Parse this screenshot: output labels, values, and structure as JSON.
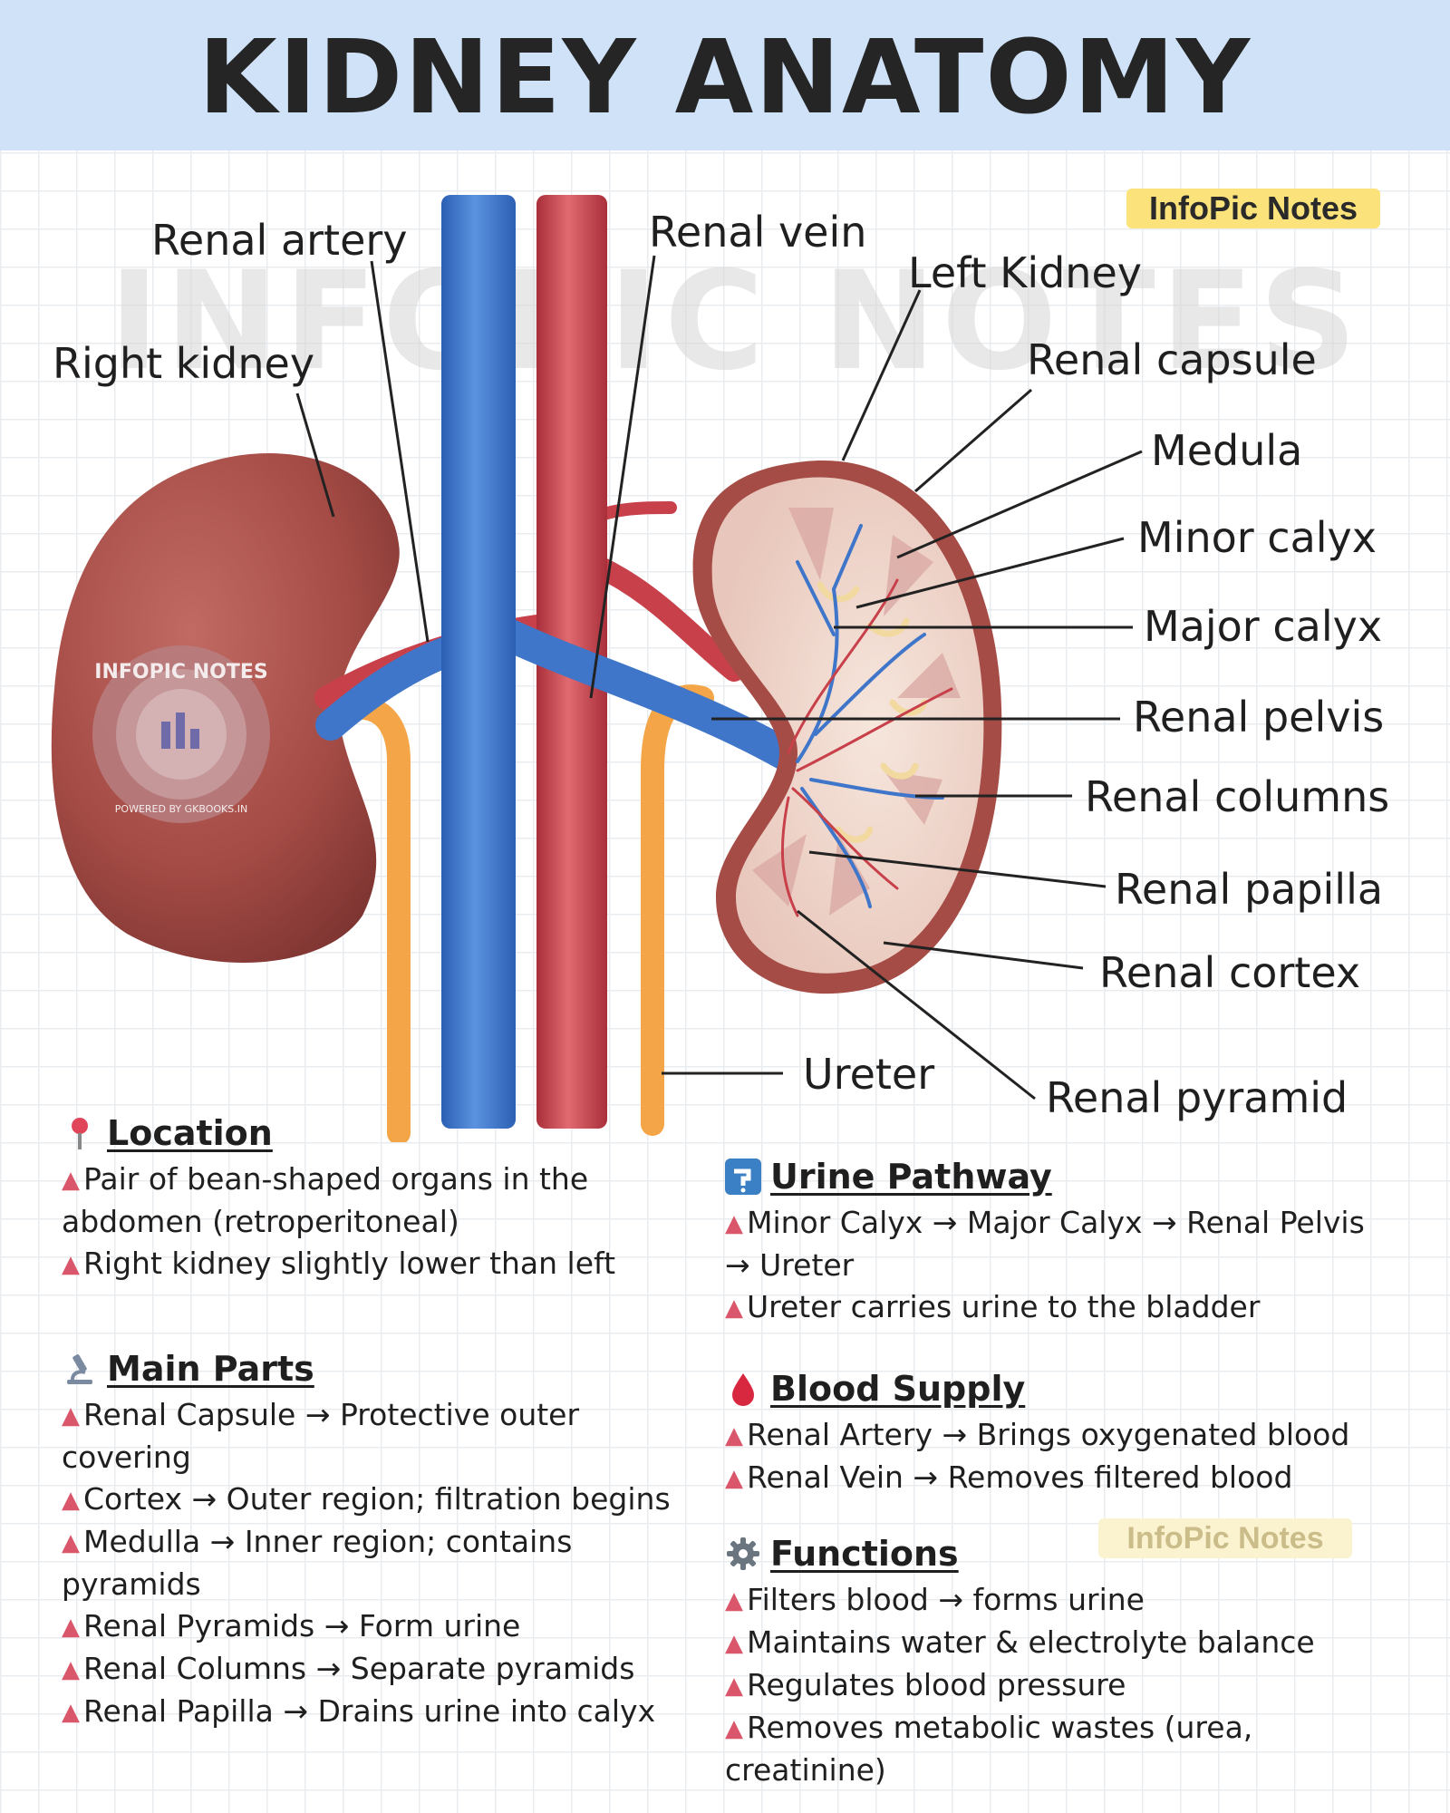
{
  "title": "KIDNEY ANATOMY",
  "badge": "InfoPic Notes",
  "badge_faded": "InfoPic Notes",
  "watermark": "INFOPIC NOTES",
  "seal": {
    "text": "INFOPIC NOTES",
    "subtext": "POWERED BY GKBOOKS.IN"
  },
  "colors": {
    "header_bg": "#cfe2f7",
    "kidney": "#a64c46",
    "artery": "#c8404a",
    "vein": "#3f76c9",
    "ureter": "#f4a548",
    "bullet": "#d9566b"
  },
  "labels": {
    "renal_artery": "Renal artery",
    "renal_vein": "Renal vein",
    "left_kidney": "Left Kidney",
    "right_kidney": "Right kidney",
    "renal_capsule": "Renal capsule",
    "medula": "Medula",
    "minor_calyx": "Minor calyx",
    "major_calyx": "Major calyx",
    "renal_pelvis": "Renal pelvis",
    "renal_columns": "Renal columns",
    "renal_papilla": "Renal papilla",
    "renal_cortex": "Renal cortex",
    "ureter": "Ureter",
    "renal_pyramid": "Renal pyramid"
  },
  "sections": {
    "location": {
      "icon": "pin-icon",
      "heading": "Location",
      "items": [
        "Pair of bean-shaped organs in the abdomen (retroperitoneal)",
        "Right kidney slightly lower than left"
      ]
    },
    "main_parts": {
      "icon": "microscope-icon",
      "heading": "Main Parts",
      "items": [
        "Renal Capsule → Protective outer covering",
        "Cortex → Outer region; filtration begins",
        "Medulla → Inner region; contains pyramids",
        "Renal Pyramids → Form urine",
        "Renal Columns → Separate pyramids",
        "Renal Papilla → Drains urine into calyx"
      ]
    },
    "urine_pathway": {
      "icon": "faucet-icon",
      "heading": "Urine Pathway",
      "items": [
        "Minor Calyx → Major Calyx → Renal Pelvis → Ureter",
        "Ureter carries urine to the bladder"
      ]
    },
    "blood_supply": {
      "icon": "blood-drop-icon",
      "heading": "Blood Supply",
      "items": [
        "Renal Artery → Brings oxygenated blood",
        "Renal Vein → Removes filtered blood"
      ]
    },
    "functions": {
      "icon": "gear-icon",
      "heading": "Functions",
      "items": [
        "Filters blood → forms urine",
        "Maintains water & electrolyte balance",
        "Regulates blood pressure",
        "Removes metabolic wastes (urea, creatinine)"
      ]
    }
  }
}
